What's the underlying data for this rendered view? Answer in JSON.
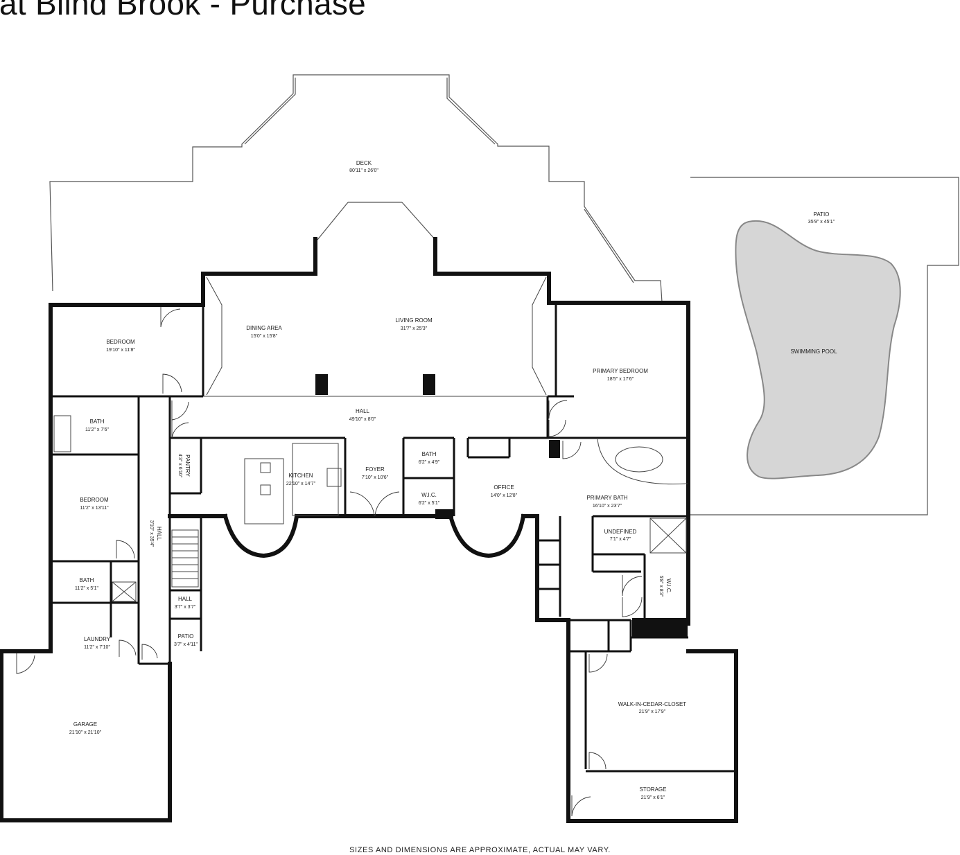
{
  "title": "g at Blind Brook - Purchase",
  "footer": "SIZES AND DIMENSIONS ARE APPROXIMATE, ACTUAL MAY VARY.",
  "rooms": {
    "deck": {
      "name": "DECK",
      "dim": "80'11\" x 26'0\""
    },
    "patio_pool": {
      "name": "PATIO",
      "dim": "35'9\" x 45'1\""
    },
    "swimming_pool": {
      "name": "SWIMMING POOL"
    },
    "dining_area": {
      "name": "DINING AREA",
      "dim": "15'0\" x 15'8\""
    },
    "living_room": {
      "name": "LIVING ROOM",
      "dim": "31'7\" x 25'3\""
    },
    "bedroom_1": {
      "name": "BEDROOM",
      "dim": "19'10\" x 11'8\""
    },
    "primary_bedroom": {
      "name": "PRIMARY BEDROOM",
      "dim": "18'5\" x 17'6\""
    },
    "bath_1": {
      "name": "BATH",
      "dim": "11'2\" x 7'6\""
    },
    "hall_main": {
      "name": "HALL",
      "dim": "49'10\" x 8'0\""
    },
    "pantry": {
      "name": "PANTRY",
      "dim": "4'3\" x 6'10\""
    },
    "kitchen": {
      "name": "KITCHEN",
      "dim": "22'10\" x 14'7\""
    },
    "foyer": {
      "name": "FOYER",
      "dim": "7'10\" x 10'6\""
    },
    "bath_2": {
      "name": "BATH",
      "dim": "6'2\" x 4'9\""
    },
    "wic_1": {
      "name": "W.I.C.",
      "dim": "6'2\" x 5'1\""
    },
    "office": {
      "name": "OFFICE",
      "dim": "14'0\" x 12'8\""
    },
    "primary_bath": {
      "name": "PRIMARY BATH",
      "dim": "16'10\" x 23'7\""
    },
    "bedroom_2": {
      "name": "BEDROOM",
      "dim": "11'2\" x 13'11\""
    },
    "hall_side": {
      "name": "HALL",
      "dim": "3'10\" x 35'4\""
    },
    "undefined": {
      "name": "UNDEFINED",
      "dim": "7'1\" x 4'7\""
    },
    "wic_2": {
      "name": "W.I.C.",
      "dim": "5'8\" x 8'3\""
    },
    "bath_3": {
      "name": "BATH",
      "dim": "11'2\" x 5'1\""
    },
    "hall_small": {
      "name": "HALL",
      "dim": "3'7\" x 3'7\""
    },
    "laundry": {
      "name": "LAUNDRY",
      "dim": "11'2\" x 7'10\""
    },
    "patio_small": {
      "name": "PATIO",
      "dim": "3'7\" x 4'11\""
    },
    "garage": {
      "name": "GARAGE",
      "dim": "21'10\" x 21'10\""
    },
    "cedar_closet": {
      "name": "WALK-IN-CEDAR-CLOSET",
      "dim": "21'9\" x 17'9\""
    },
    "storage": {
      "name": "STORAGE",
      "dim": "21'9\" x 6'1\""
    }
  }
}
